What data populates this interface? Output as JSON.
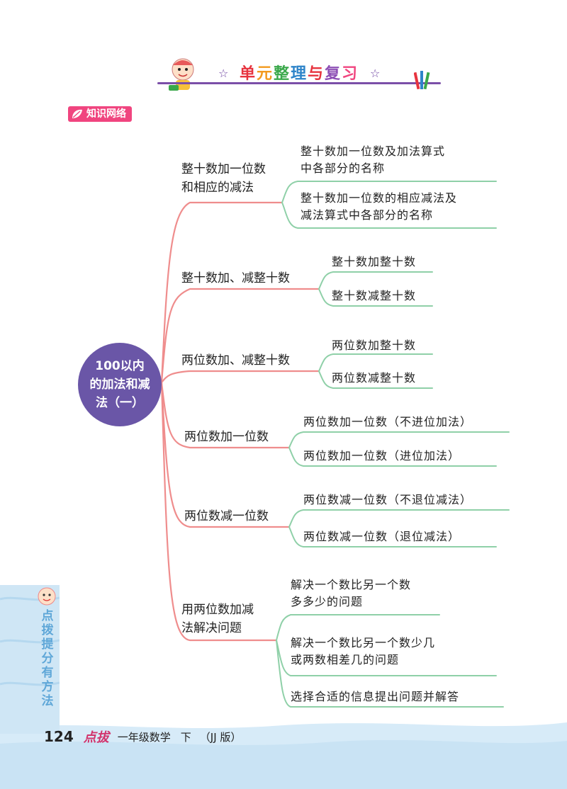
{
  "header": {
    "title_chars": [
      {
        "ch": "单",
        "color": "#e7343f"
      },
      {
        "ch": "元",
        "color": "#f39a1e"
      },
      {
        "ch": "整",
        "color": "#3aa84a"
      },
      {
        "ch": "理",
        "color": "#2e84c9"
      },
      {
        "ch": "与",
        "color": "#e7343f"
      },
      {
        "ch": "复",
        "color": "#8d4fb5"
      },
      {
        "ch": "习",
        "color": "#f0457f"
      }
    ],
    "star_glyph": "☆"
  },
  "section": {
    "label": "知识网络"
  },
  "center": {
    "line1": "100以内",
    "line2": "的加法和减",
    "line3": "法（一）"
  },
  "branches": [
    {
      "lines": [
        "整十数加一位数",
        "和相应的减法"
      ],
      "leaves": [
        {
          "lines": [
            "整十数加一位数及加法算式",
            "中各部分的名称"
          ]
        },
        {
          "lines": [
            "整十数加一位数的相应减法及",
            "减法算式中各部分的名称"
          ]
        }
      ]
    },
    {
      "lines": [
        "整十数加、减整十数"
      ],
      "leaves": [
        {
          "lines": [
            "整十数加整十数"
          ]
        },
        {
          "lines": [
            "整十数减整十数"
          ]
        }
      ]
    },
    {
      "lines": [
        "两位数加、减整十数"
      ],
      "leaves": [
        {
          "lines": [
            "两位数加整十数"
          ]
        },
        {
          "lines": [
            "两位数减整十数"
          ]
        }
      ]
    },
    {
      "lines": [
        "两位数加一位数"
      ],
      "leaves": [
        {
          "lines": [
            "两位数加一位数（不进位加法）"
          ]
        },
        {
          "lines": [
            "两位数加一位数（进位加法）"
          ]
        }
      ]
    },
    {
      "lines": [
        "两位数减一位数"
      ],
      "leaves": [
        {
          "lines": [
            "两位数减一位数（不退位减法）"
          ]
        },
        {
          "lines": [
            "两位数减一位数（退位减法）"
          ]
        }
      ]
    },
    {
      "lines": [
        "用两位数加减",
        "法解决问题"
      ],
      "leaves": [
        {
          "lines": [
            "解决一个数比另一个数",
            "多多少的问题"
          ]
        },
        {
          "lines": [
            "解决一个数比另一个数少几",
            "或两数相差几的问题"
          ]
        },
        {
          "lines": [
            "选择合适的信息提出问题并解答"
          ]
        }
      ]
    }
  ],
  "side": {
    "text": "点拨提分有方法"
  },
  "footer": {
    "page": "124",
    "brand": "点拔",
    "grade": "一年级数学",
    "term": "下",
    "edition": "（JJ 版）"
  },
  "colors": {
    "trunk": "#ef8d8d",
    "leaf_line": "#8fd0a8",
    "center": "#6a56a7",
    "label": "#f0457f",
    "wave": "#cfe6f5"
  }
}
